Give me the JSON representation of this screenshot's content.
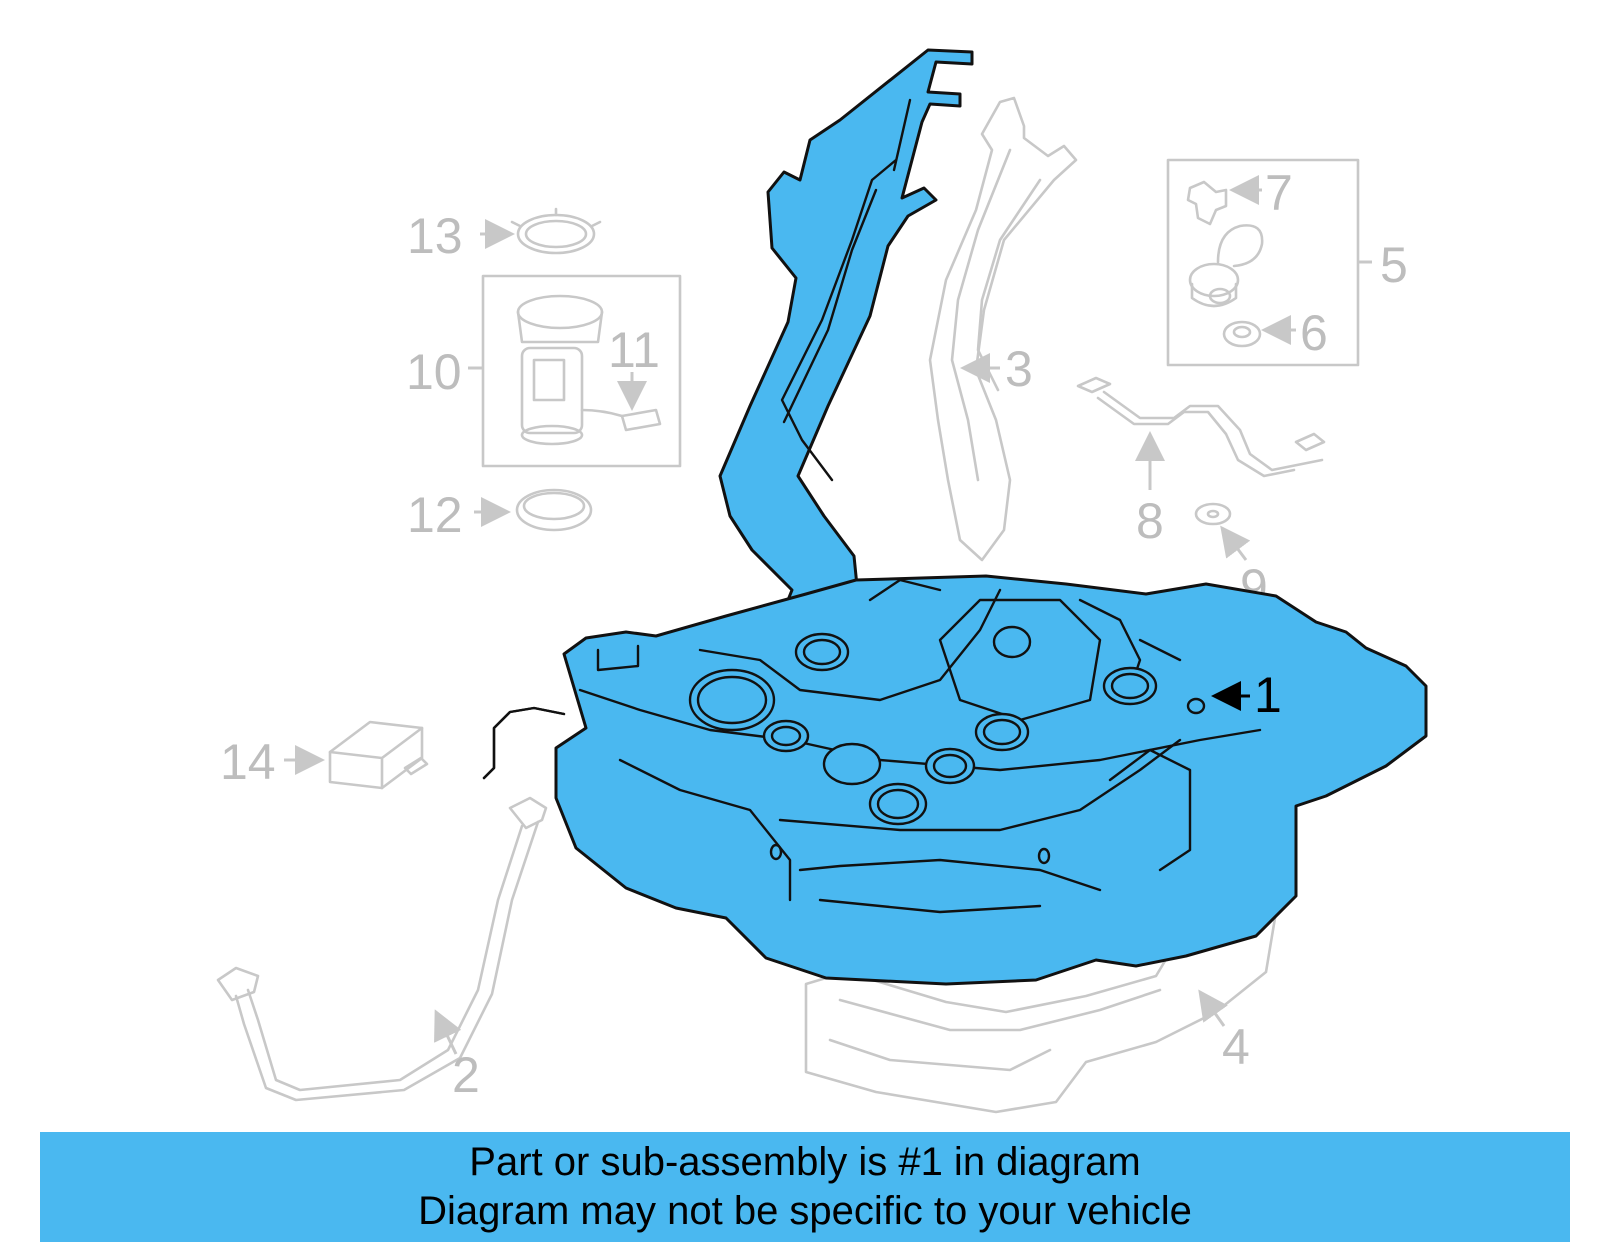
{
  "callouts": [
    "1",
    "2",
    "3",
    "4",
    "5",
    "6",
    "7",
    "8",
    "9",
    "10",
    "11",
    "12",
    "13",
    "14"
  ],
  "banner": {
    "line1": "Part or sub-assembly is #1 in diagram",
    "line2": "Diagram may not be specific to your vehicle"
  },
  "colors": {
    "highlight": "#4ab8f0",
    "ghost_parts": "#c8c8c8",
    "outline": "#111111"
  }
}
